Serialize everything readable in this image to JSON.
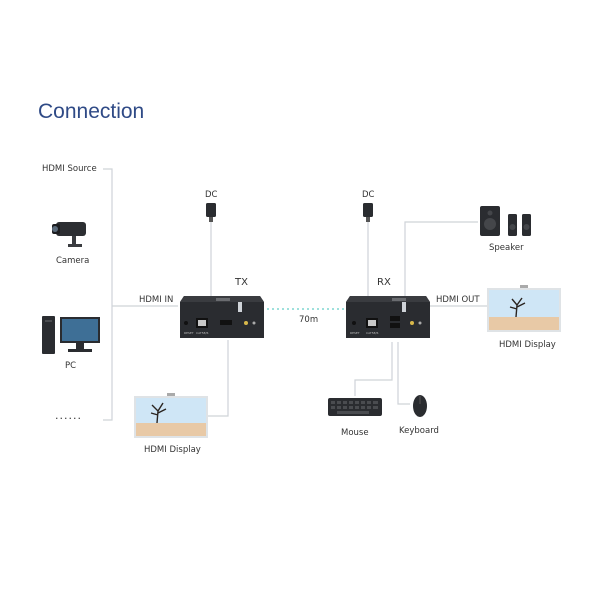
{
  "title": "Connection",
  "labels": {
    "hdmi_source": "HDMI Source",
    "camera": "Camera",
    "pc": "PC",
    "more": "......",
    "hdmi_in": "HDMI IN",
    "dc_tx": "DC",
    "dc_rx": "DC",
    "tx": "TX",
    "rx": "RX",
    "distance": "70m",
    "hdmi_out": "HDMI OUT",
    "speaker": "Speaker",
    "hdmi_display_right": "HDMI Display",
    "hdmi_display_left": "HDMI Display",
    "mouse": "Mouse",
    "keyboard": "Keyboard"
  },
  "colors": {
    "title": "#2f4a86",
    "wire": "#cfd3d8",
    "link": "#7fd6d0",
    "device_body": "#2a2c30",
    "screen_sky": "#cfe6f6",
    "screen_ground": "#e8c9a6"
  },
  "icons": [
    "camera-icon",
    "pc-icon",
    "speaker-icon",
    "monitor-icon",
    "mouse-icon",
    "keyboard-icon",
    "dc-plug-icon"
  ]
}
